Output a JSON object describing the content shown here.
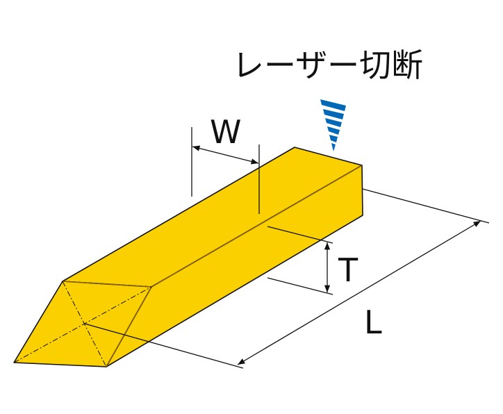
{
  "title": "レーザー切断",
  "dimensions": {
    "width_label": "W",
    "thickness_label": "T",
    "length_label": "L"
  },
  "colors": {
    "body": "#fbd000",
    "edge_inner": "#9a6a00",
    "laser": "#0068b7",
    "line": "#111111"
  },
  "icons": {
    "laser": "laser-beam-icon"
  }
}
